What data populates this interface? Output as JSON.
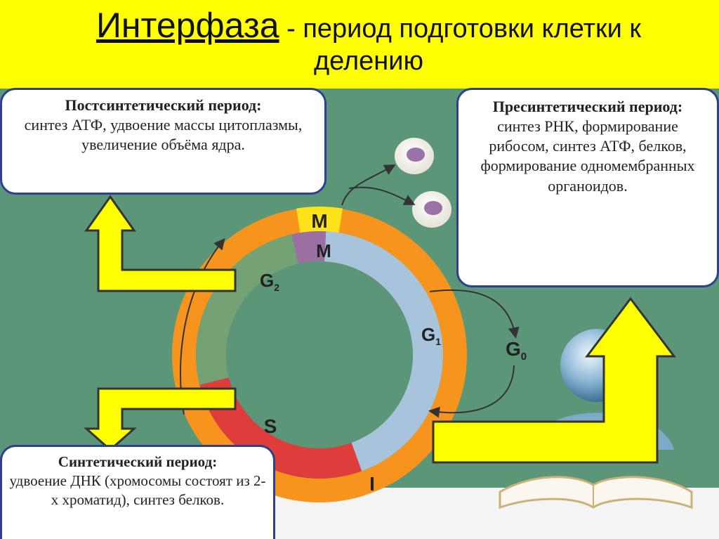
{
  "title": {
    "main": "Интерфаза",
    "rest": " - период подготовки клетки к делению"
  },
  "boxes": {
    "postsynthetic": {
      "heading": "Постсинтетический период:",
      "body": "синтез АТФ, удвоение массы цитоплазмы, увеличение объёма ядра."
    },
    "presynthetic": {
      "heading": "Пресинтетический период:",
      "body": "синтез РНК, формирование рибосом, синтез АТФ, белков, формирование одномембранных органоидов."
    },
    "synthetic": {
      "heading": "Синтетический период:",
      "body": "удвоение ДНК (хромосомы состоят из 2-х хроматид), синтез белков."
    }
  },
  "cycle": {
    "labels": {
      "m_outer": "M",
      "m_inner": "M",
      "g2": "G",
      "g2_sub": "2",
      "g1": "G",
      "g1_sub": "1",
      "g0": "G",
      "g0_sub": "0",
      "s": "S",
      "i": "I"
    },
    "colors": {
      "outer_ring": "#f7941d",
      "m_outer": "#ffe21a",
      "m_inner": "#9c6fa3",
      "g1": "#a8c4dc",
      "g2": "#74a274",
      "s": "#df3c3c",
      "board": "#5b9679",
      "title_bg": "#ffff00",
      "arrow_fill": "#ffff00",
      "box_border": "#2f3f8f"
    }
  }
}
